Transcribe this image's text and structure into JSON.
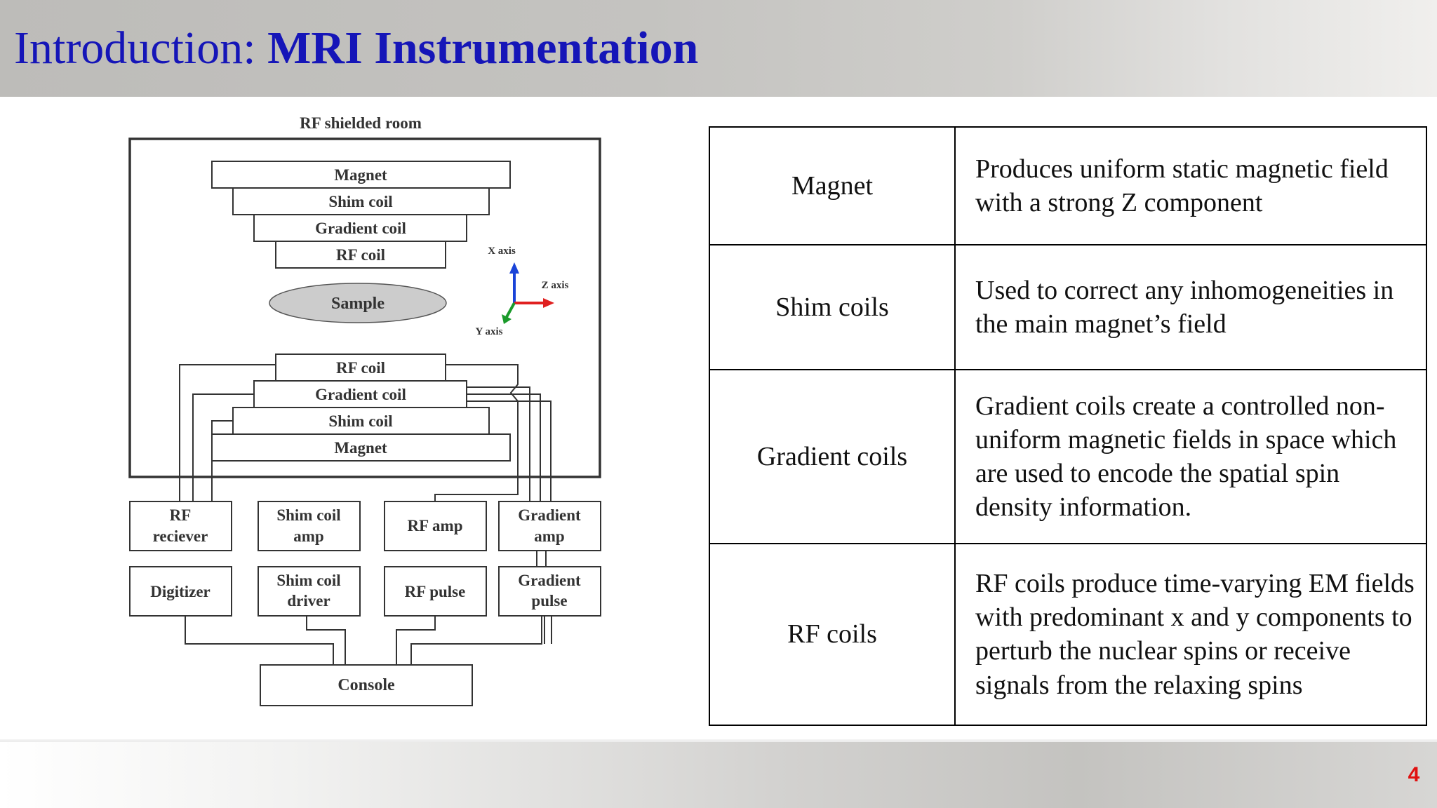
{
  "slide": {
    "title_prefix": "Introduction: ",
    "title_main": "MRI Instrumentation",
    "page_number": "4"
  },
  "diagram": {
    "room_label": "RF shielded room",
    "top_stack": [
      "Magnet",
      "Shim coil",
      "Gradient coil",
      "RF coil"
    ],
    "sample_label": "Sample",
    "bottom_stack": [
      "RF coil",
      "Gradient coil",
      "Shim coil",
      "Magnet"
    ],
    "axes": {
      "x": "X axis",
      "y": "Y axis",
      "z": "Z axis"
    },
    "axis_colors": {
      "x": "#1a44d8",
      "y": "#1a9a2a",
      "z": "#e02020"
    },
    "units_row1": [
      "RF",
      "reciever",
      "Shim coil",
      "amp",
      "RF amp",
      "Gradient",
      "amp"
    ],
    "units_row2": [
      "Digitizer",
      "Shim coil",
      "driver",
      "RF pulse",
      "Gradient",
      "pulse"
    ],
    "console_label": "Console"
  },
  "table": {
    "rows": [
      {
        "term": "Magnet",
        "description": "Produces uniform static magnetic field with a strong Z component"
      },
      {
        "term": "Shim coils",
        "description": "Used to correct any inhomogeneities in the main magnet’s field"
      },
      {
        "term": "Gradient coils",
        "description": "Gradient coils create a controlled non-uniform magnetic fields in space which are used to encode the spatial spin density information."
      },
      {
        "term": "RF coils",
        "description": "RF coils produce time-varying EM fields with predominant x and y components to perturb the nuclear spins or receive signals from the relaxing spins"
      }
    ]
  }
}
